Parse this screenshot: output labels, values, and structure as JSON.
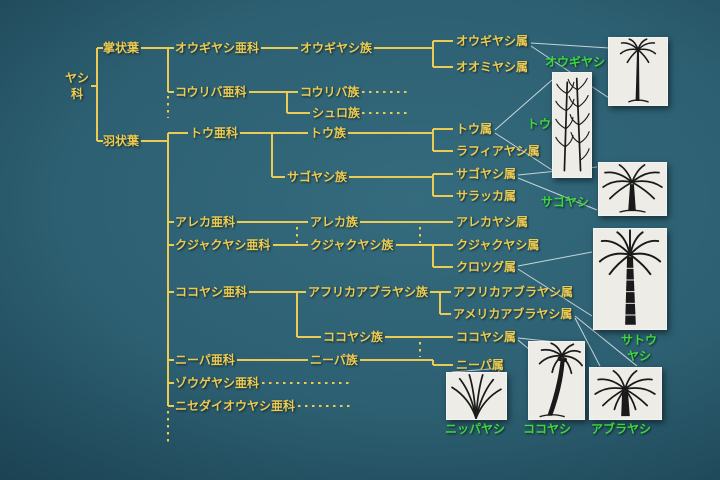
{
  "palette": {
    "branch_yellow": "#eccb52",
    "highlight_green": "#3bd83e",
    "photo_background": "#edece6",
    "background_center": "#346b7d",
    "background_edge": "#122d3a"
  },
  "family": "ヤシ科",
  "nodes": {
    "palmate": "掌状葉",
    "pinnate": "羽状葉",
    "ougi_sub": "オウギヤシ亜科",
    "ougi_tribe": "オウギヤシ族",
    "ougi_genus": "オウギヤシ属",
    "oomi_genus": "オオミヤシ属",
    "kouriba_sub": "コウリバ亜科",
    "kouriba_tribe": "コウリバ族",
    "shuro_tribe": "シュロ族",
    "tou_sub": "トウ亜科",
    "tou_tribe": "トウ族",
    "tou_genus": "トウ属",
    "raffia_genus": "ラフィアヤシ属",
    "sago_tribe": "サゴヤシ族",
    "sago_genus": "サゴヤシ属",
    "salacca_genus": "サラッカ属",
    "areca_sub": "アレカ亜科",
    "areca_tribe": "アレカ族",
    "arecayashi_genus": "アレカヤシ属",
    "kujaku_sub": "クジャクヤシ亜科",
    "kujaku_tribe": "クジャクヤシ族",
    "kujaku_genus": "クジャクヤシ属",
    "kurotsugu_genus": "クロツグ属",
    "coco_sub": "ココヤシ亜科",
    "africa_tribe": "アフリカアブラヤシ族",
    "africa_genus": "アフリカアブラヤシ属",
    "america_genus": "アメリカアブラヤシ属",
    "coco_tribe": "ココヤシ族",
    "coco_genus": "ココヤシ属",
    "nipa_sub": "ニーパ亜科",
    "nipa_tribe": "ニーパ族",
    "nipa_genus": "ニーパ属",
    "zouge_sub": "ゾウゲヤシ亜科",
    "nisedaiou_sub": "ニセダイオウヤシ亜科"
  },
  "photos": [
    {
      "name": "ougiyashi",
      "label": "オウギヤシ"
    },
    {
      "name": "tou",
      "label": "トウ"
    },
    {
      "name": "sagoyashi",
      "label": "サゴヤシ"
    },
    {
      "name": "satouyashi",
      "label": "サトウヤシ",
      "label_lines": [
        "サトウ",
        "ヤシ"
      ]
    },
    {
      "name": "nippayashi",
      "label": "ニッパヤシ"
    },
    {
      "name": "kokoyashi",
      "label": "ココヤシ"
    },
    {
      "name": "aburayashi",
      "label": "アブラヤシ"
    }
  ]
}
